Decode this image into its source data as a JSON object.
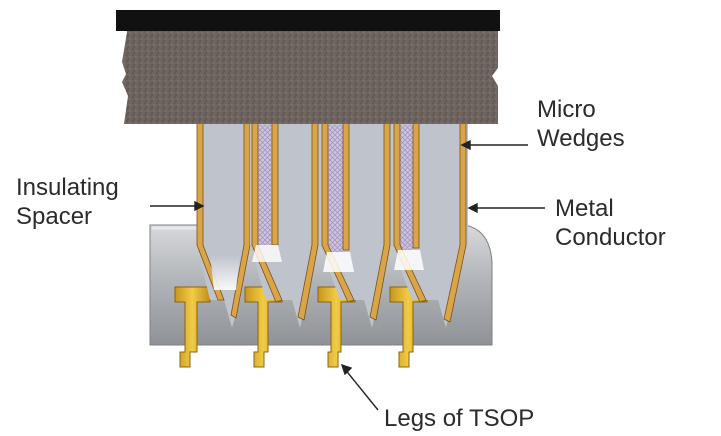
{
  "labels": {
    "micro_wedges": [
      "Micro",
      "Wedges"
    ],
    "insulating_spacer": [
      "Insulating",
      "Spacer"
    ],
    "metal_conductor": [
      "Metal",
      "Conductor"
    ],
    "legs_of_tsop": "Legs of TSOP"
  },
  "colors": {
    "top_plate": "#111111",
    "probe_head": "#6e6560",
    "insulator": "#bfc3cc",
    "conductor_gold": "#d9a548",
    "conductor_edge": "#7a5218",
    "tsop_body": "#a6a9ad",
    "tsop_leg": "#e3b830",
    "mesh": "#b9aacf"
  }
}
